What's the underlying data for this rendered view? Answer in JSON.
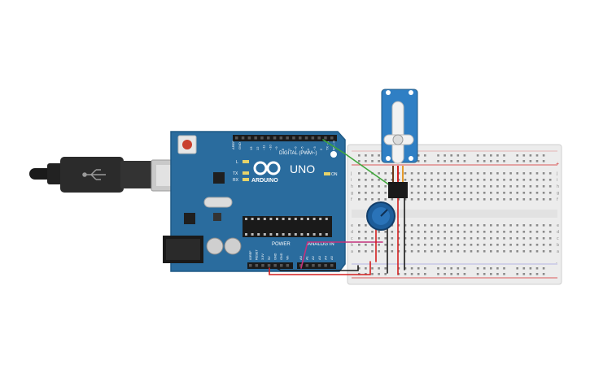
{
  "arduino": {
    "brand": "ARDUINO",
    "model": "UNO",
    "digital_header": "DIGITAL (PWM~)",
    "power_header": "POWER",
    "analog_header": "ANALOG IN",
    "on_label": "ON",
    "led_l": "L",
    "led_tx": "TX",
    "led_rx": "RX",
    "aref": "AREF",
    "gnd": "GND",
    "digital_pins": [
      "13",
      "12",
      "~11",
      "~10",
      "~9",
      "8",
      "7",
      "~6",
      "~5",
      "4",
      "~3",
      "2",
      "TX→1",
      "RX←0"
    ],
    "power_pins": [
      "IOREF",
      "RESET",
      "3.3V",
      "5V",
      "GND",
      "GND",
      "Vin"
    ],
    "analog_pins": [
      "A0",
      "A1",
      "A2",
      "A3",
      "A4",
      "A5"
    ]
  },
  "breadboard": {
    "row_letters_top": [
      "j",
      "i",
      "h",
      "g",
      "f"
    ],
    "row_letters_bottom": [
      "e",
      "d",
      "c",
      "b",
      "a"
    ],
    "rail_plus": "+",
    "rail_minus": "-"
  },
  "colors": {
    "board": "#2a6c9e",
    "board_edge": "#1f5a86",
    "servo": "#2f7fc4",
    "wire_red": "#d41f1f",
    "wire_black": "#1b1b1b",
    "wire_green": "#3fa73b",
    "wire_magenta": "#c4317c",
    "pot": "#1d5d9a"
  }
}
